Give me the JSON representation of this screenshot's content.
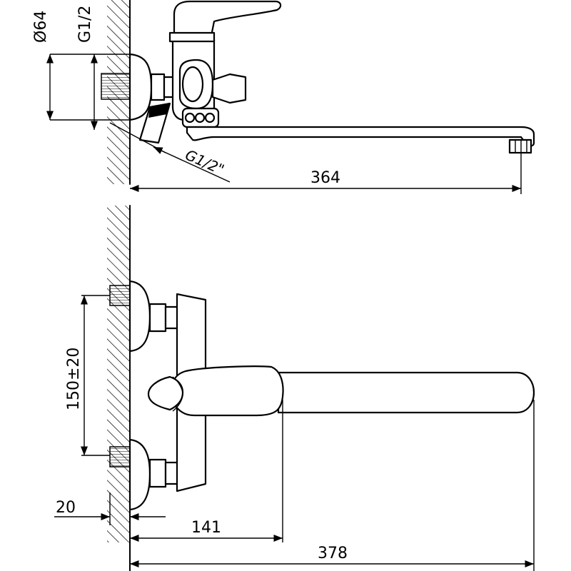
{
  "dimensions": {
    "wall_flange_diameter": "Ø64",
    "thread_top": "G1/2",
    "thread_angled": "G1/2\"",
    "spout_reach_side": "364",
    "inlet_spacing": "150±20",
    "eccentric_offset": "20",
    "body_distance": "141",
    "overall_length": "378"
  }
}
